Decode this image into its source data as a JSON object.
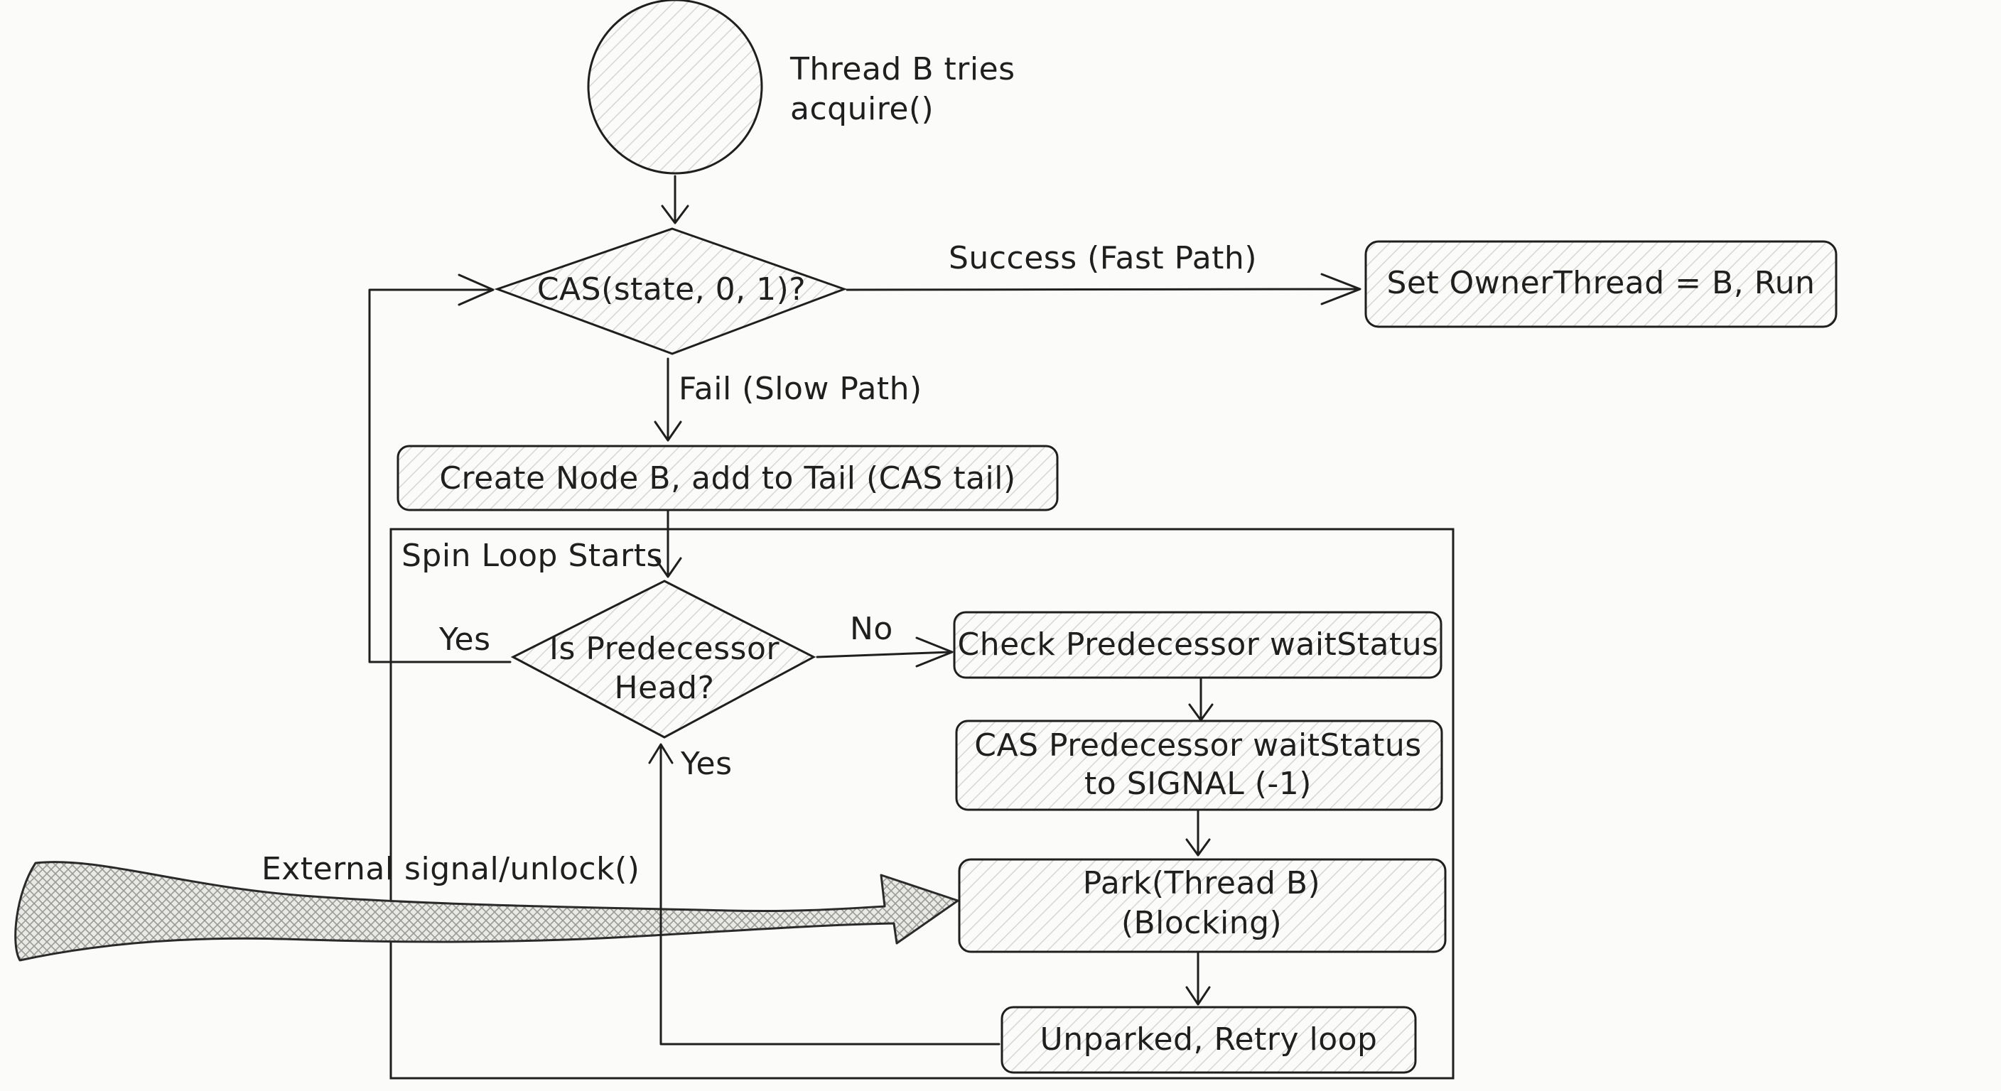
{
  "nodes": {
    "start_line1": "Thread B tries",
    "start_line2": "acquire()",
    "cas_decision": "CAS(state, 0, 1)?",
    "set_owner": "Set OwnerThread = B, Run",
    "create_node": "Create Node B, add to Tail (CAS tail)",
    "predecessor_line1": "Is Predecessor",
    "predecessor_line2": "Head?",
    "check_wait": "Check Predecessor waitStatus",
    "cas_pred_line1": "CAS Predecessor waitStatus",
    "cas_pred_line2": "to SIGNAL (-1)",
    "park_line1": "Park(Thread B)",
    "park_line2": "(Blocking)",
    "unparked": "Unparked, Retry loop"
  },
  "edges": {
    "success": "Success (Fast Path)",
    "fail": "Fail (Slow Path)",
    "no": "No",
    "yes_left": "Yes",
    "yes_up": "Yes",
    "external": "External signal/unlock()"
  },
  "group": {
    "spin_loop": "Spin Loop Starts"
  }
}
